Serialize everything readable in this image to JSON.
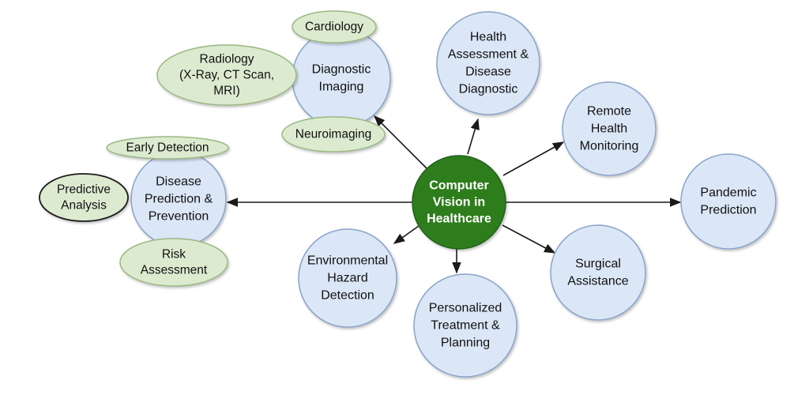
{
  "colors": {
    "center_fill": "#2e7d1f",
    "node_fill": "#dbe6f7",
    "node_stroke": "#8aa4c8",
    "leaf_fill": "#dcebd0",
    "leaf_stroke": "#9bb884",
    "arrow": "#1a1a1a"
  },
  "center": {
    "lines": [
      "Computer",
      "Vision in",
      "Healthcare"
    ]
  },
  "nodes": [
    {
      "id": "health-assessment",
      "lines": [
        "Health",
        "Assessment &",
        "Disease",
        "Diagnostic"
      ]
    },
    {
      "id": "remote-monitoring",
      "lines": [
        "Remote",
        "Health",
        "Monitoring"
      ]
    },
    {
      "id": "pandemic-prediction",
      "lines": [
        "Pandemic",
        "Prediction"
      ]
    },
    {
      "id": "surgical-assistance",
      "lines": [
        "Surgical",
        "Assistance"
      ]
    },
    {
      "id": "personalized-treatment",
      "lines": [
        "Personalized",
        "Treatment &",
        "Planning"
      ]
    },
    {
      "id": "environmental-hazard",
      "lines": [
        "Environmental",
        "Hazard",
        "Detection"
      ]
    },
    {
      "id": "diagnostic-imaging",
      "lines": [
        "Diagnostic",
        "Imaging"
      ]
    },
    {
      "id": "disease-prediction",
      "lines": [
        "Disease",
        "Prediction &",
        "Prevention"
      ]
    }
  ],
  "leaves": [
    {
      "id": "cardiology",
      "lines": [
        "Cardiology"
      ],
      "style": "green"
    },
    {
      "id": "radiology",
      "lines": [
        "Radiology",
        "(X-Ray, CT Scan,",
        "MRI)"
      ],
      "style": "green"
    },
    {
      "id": "neuroimaging",
      "lines": [
        "Neuroimaging"
      ],
      "style": "green"
    },
    {
      "id": "early-detection",
      "lines": [
        "Early Detection"
      ],
      "style": "green"
    },
    {
      "id": "predictive-analysis",
      "lines": [
        "Predictive",
        "Analysis"
      ],
      "style": "outlined"
    },
    {
      "id": "risk-assessment",
      "lines": [
        "Risk",
        "Assessment"
      ],
      "style": "green"
    }
  ]
}
